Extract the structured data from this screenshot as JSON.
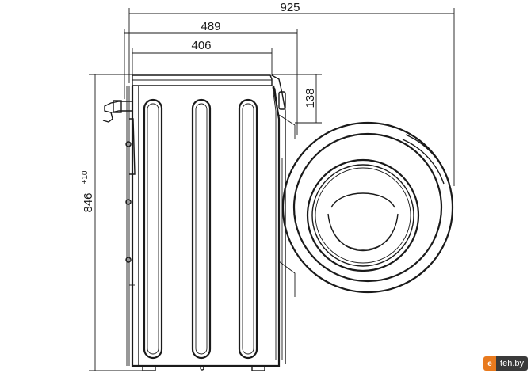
{
  "dimensions": {
    "overall_depth": "925",
    "body_depth": "489",
    "top_depth": "406",
    "door_offset": "138",
    "height": "846",
    "height_tolerance": "+10"
  },
  "watermark": {
    "text": "teh.by"
  }
}
